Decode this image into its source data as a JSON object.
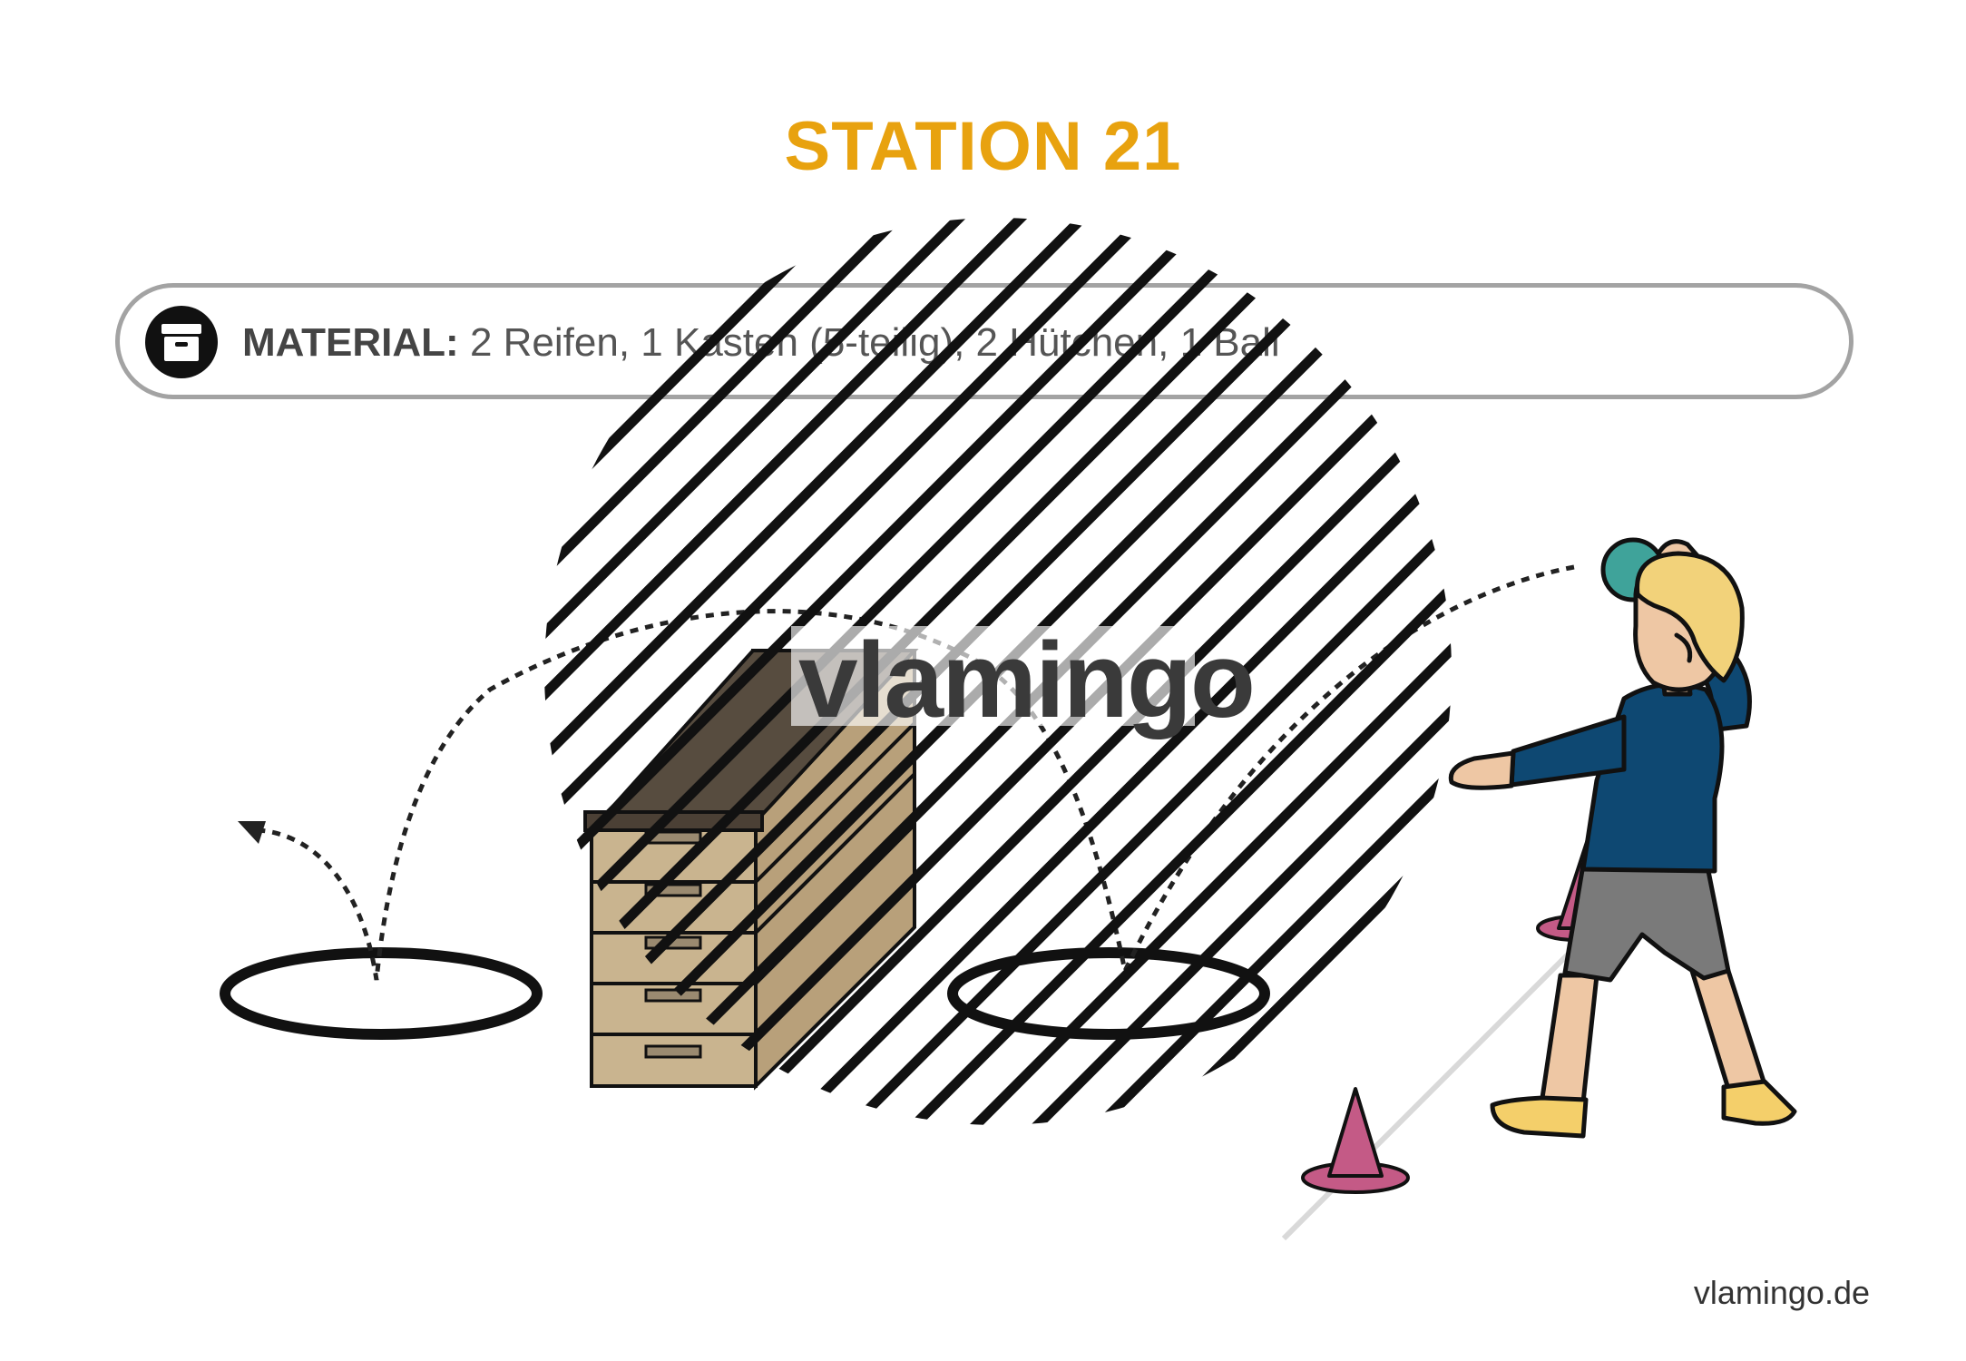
{
  "page": {
    "title": "STATION 21",
    "title_color": "#e8a20f"
  },
  "material": {
    "icon": "archive-box-icon",
    "label": "MATERIAL:",
    "items": "2 Reifen, 1 Kasten (5-teilig), 2 Hütchen, 1 Ball"
  },
  "illustration": {
    "colors": {
      "vaulting_box_top": "#574c3f",
      "vaulting_box_body": "#c9b48f",
      "cone": "#c45a86",
      "ball": "#3fa39a",
      "shirt": "#0e4872",
      "shorts": "#7a7a7a",
      "hair": "#f2d27a",
      "skin": "#eec7a4",
      "shoes": "#f4cf6a"
    }
  },
  "watermark": {
    "text": "vlamingo"
  },
  "footer": {
    "site": "vlamingo.de"
  }
}
